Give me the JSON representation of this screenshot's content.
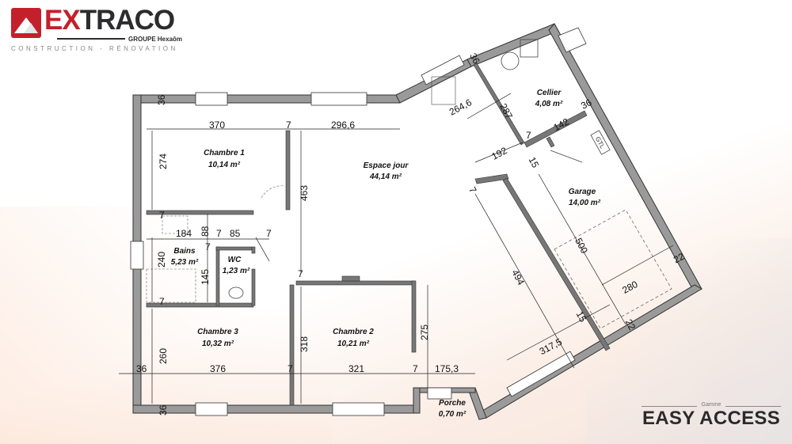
{
  "brand": {
    "name_red": "EX",
    "name_dark": "TRACO",
    "group": "GROUPE Hexaôm",
    "tagline": "CONSTRUCTION - RÉNOVATION"
  },
  "range": {
    "label": "Gamme",
    "name": "EASY ACCESS"
  },
  "rooms": [
    {
      "name": "Chambre 1",
      "area": "10,14 m²"
    },
    {
      "name": "Espace jour",
      "area": "44,14 m²"
    },
    {
      "name": "Cellier",
      "area": "4,08 m²"
    },
    {
      "name": "Garage",
      "area": "14,00 m²"
    },
    {
      "name": "Bains",
      "area": "5,23 m²"
    },
    {
      "name": "WC",
      "area": "1,23 m²"
    },
    {
      "name": "Chambre 3",
      "area": "10,32 m²"
    },
    {
      "name": "Chambre 2",
      "area": "10,21 m²"
    },
    {
      "name": "Porche",
      "area": "0,70 m²"
    }
  ],
  "dimensions": [
    "36",
    "370",
    "7",
    "296,6",
    "274",
    "463",
    "7",
    "184",
    "88",
    "7",
    "85",
    "7",
    "240",
    "7",
    "145",
    "7",
    "7",
    "260",
    "318",
    "275",
    "36",
    "376",
    "7",
    "321",
    "7",
    "175,3",
    "36",
    "264,6",
    "287",
    "36",
    "142",
    "36",
    "7",
    "192",
    "15",
    "7",
    "494",
    "500",
    "280",
    "22",
    "15",
    "22",
    "317,5"
  ],
  "equipment": {
    "gtl": "GTL"
  }
}
